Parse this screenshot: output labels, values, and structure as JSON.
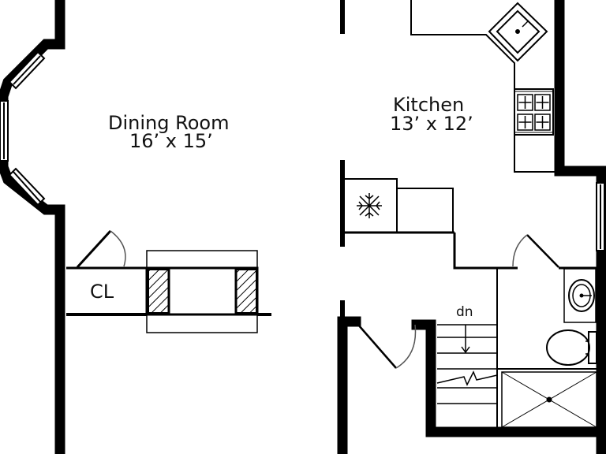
{
  "rooms": {
    "dining": {
      "name": "Dining Room",
      "dimensions": "16’ x 15’"
    },
    "kitchen": {
      "name": "Kitchen",
      "dimensions": "13’ x 12’"
    },
    "closet": {
      "label": "CL"
    }
  },
  "stairs": {
    "direction_label": "dn"
  },
  "colors": {
    "wall": "#000000",
    "line": "#000000",
    "background": "#ffffff",
    "door_arc": "#555555"
  }
}
